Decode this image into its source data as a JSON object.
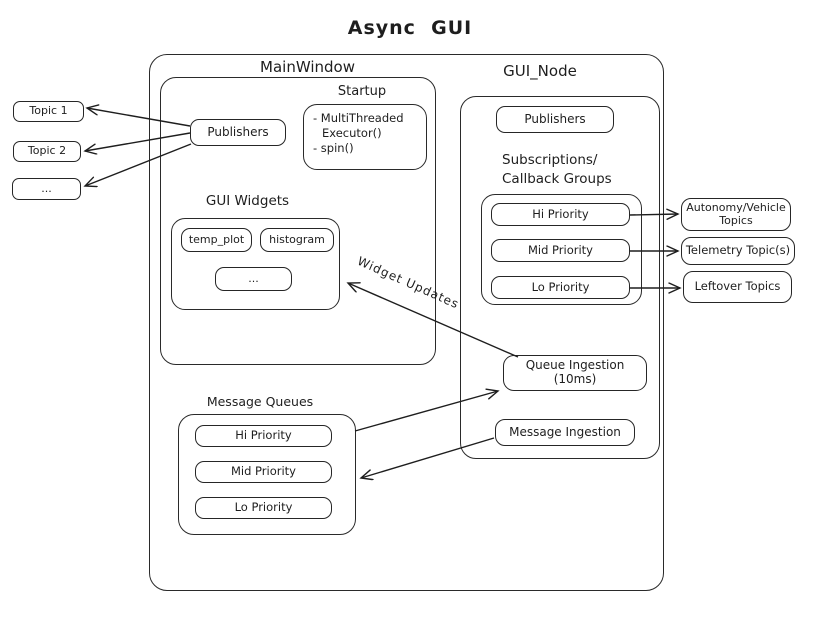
{
  "title": "Async  GUI",
  "colors": {
    "stroke": "#1e1e1e",
    "background": "#ffffff"
  },
  "left_topics": [
    "Topic 1",
    "Topic 2",
    "..."
  ],
  "main_window": {
    "label": "MainWindow",
    "publishers_label": "Publishers",
    "startup": {
      "label": "Startup",
      "lines": [
        "- MultiThreaded",
        "Executor()",
        "- spin()"
      ]
    },
    "gui_widgets": {
      "label": "GUI Widgets",
      "items": [
        "temp_plot",
        "histogram",
        "..."
      ]
    }
  },
  "gui_node": {
    "label": "GUI_Node",
    "publishers_label": "Publishers",
    "subscriptions": {
      "label_line1": "Subscriptions/",
      "label_line2": "Callback Groups",
      "items": [
        "Hi Priority",
        "Mid Priority",
        "Lo Priority"
      ]
    },
    "queue_ingestion_label": "Queue Ingestion (10ms)",
    "message_ingestion_label": "Message Ingestion"
  },
  "right_topics": [
    "Autonomy/Vehicle Topics",
    "Telemetry Topic(s)",
    "Leftover Topics"
  ],
  "message_queues": {
    "label": "Message Queues",
    "items": [
      "Hi Priority",
      "Mid Priority",
      "Lo Priority"
    ]
  },
  "annotations": {
    "widget_updates_label": "Widget Updates"
  }
}
